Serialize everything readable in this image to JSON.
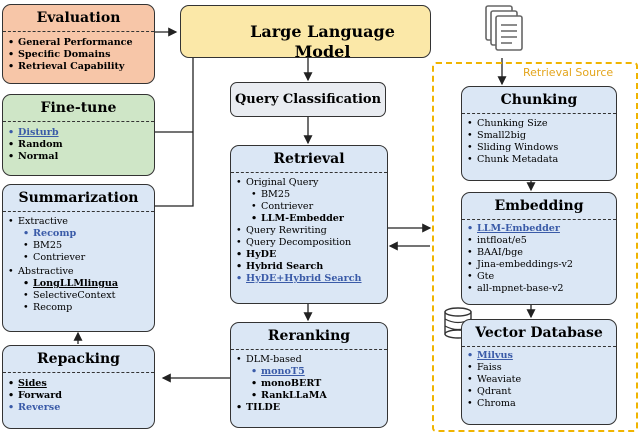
{
  "llm": {
    "title": "Large Language Model"
  },
  "evaluation": {
    "title": "Evaluation",
    "items": [
      "General Performance",
      "Specific Domains",
      "Retrieval Capability"
    ]
  },
  "finetune": {
    "title": "Fine-tune",
    "items": [
      "Disturb",
      "Random",
      "Normal"
    ]
  },
  "summarization": {
    "title": "Summarization",
    "extractive": "Extractive",
    "extractive_items": [
      "Recomp",
      "BM25",
      "Contriever"
    ],
    "abstractive": "Abstractive",
    "abstractive_items": [
      "LongLLMlingua",
      "SelectiveContext",
      "Recomp"
    ]
  },
  "repacking": {
    "title": "Repacking",
    "items": [
      "Sides",
      "Forward",
      "Reverse"
    ]
  },
  "query_classification": {
    "title": "Query Classification"
  },
  "retrieval": {
    "title": "Retrieval",
    "original_query": "Original Query",
    "original_items": [
      "BM25",
      "Contriever",
      "LLM-Embedder"
    ],
    "items": [
      "Query Rewriting",
      "Query Decomposition",
      "HyDE",
      "Hybrid Search",
      "HyDE+Hybrid Search"
    ]
  },
  "reranking": {
    "title": "Reranking",
    "dlm": "DLM-based",
    "dlm_items": [
      "monoT5",
      "monoBERT",
      "RankLLaMA"
    ],
    "tilde": "TILDE"
  },
  "retrieval_source": {
    "label": "Retrieval Source"
  },
  "chunking": {
    "title": "Chunking",
    "items": [
      "Chunking Size",
      "Small2big",
      "Sliding Windows",
      "Chunk Metadata"
    ]
  },
  "embedding": {
    "title": "Embedding",
    "items": [
      "LLM-Embedder",
      "intfloat/e5",
      "BAAI/bge",
      "Jina-embeddings-v2",
      "Gte",
      "all-mpnet-base-v2"
    ]
  },
  "vector_db": {
    "title": "Vector Database",
    "items": [
      "Milvus",
      "Faiss",
      "Weaviate",
      "Qdrant",
      "Chroma"
    ]
  },
  "colors": {
    "blue_fill": "#dbe7f5",
    "orange_fill": "#f7c6a8",
    "green_fill": "#cfe6c7",
    "highlight": "#3a5ba8",
    "region_border": "#f0b400"
  },
  "icons": [
    "llama-icon",
    "documents-icon",
    "database-icon"
  ]
}
